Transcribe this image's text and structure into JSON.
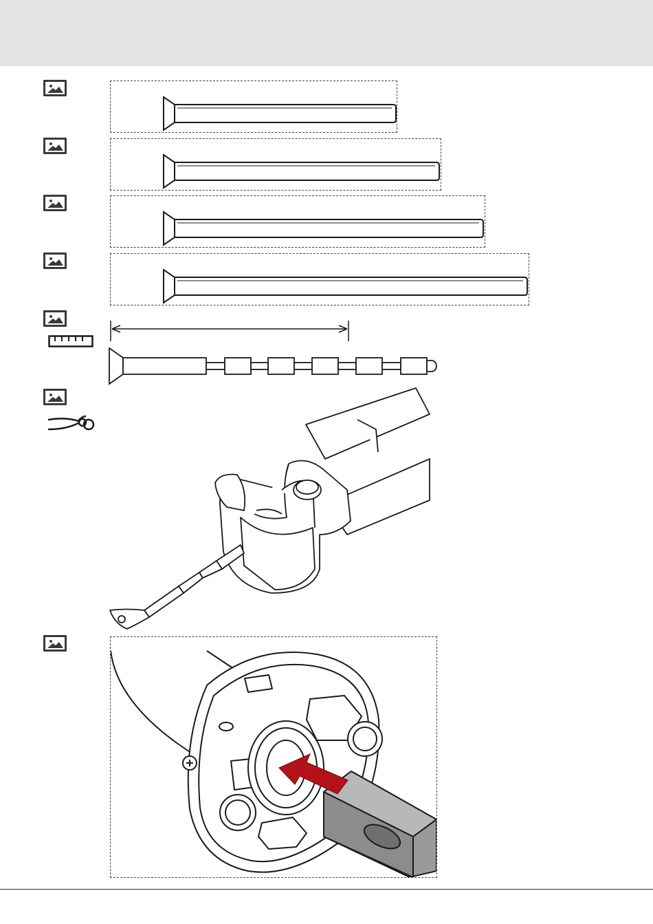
{
  "header": {
    "background": "#e3e3e3"
  },
  "steps": [
    {
      "icon": "image-icon",
      "content": "screw-short"
    },
    {
      "icon": "image-icon",
      "content": "screw-medium"
    },
    {
      "icon": "image-icon",
      "content": "screw-long"
    },
    {
      "icon": "image-icon",
      "content": "screw-longest"
    },
    {
      "icon": "image-icon",
      "secondary_icon": "ruler-icon",
      "content": "segmented-screw-measure"
    },
    {
      "icon": "image-icon",
      "secondary_icon": "pliers-icon",
      "content": "cutting-screw-with-pliers"
    },
    {
      "icon": "image-icon",
      "content": "inserting-square-tube-into-motor-head"
    }
  ],
  "colors": {
    "line": "#1a1a1a",
    "arrow": "#b3121a",
    "tube": "#9a9a9a"
  }
}
